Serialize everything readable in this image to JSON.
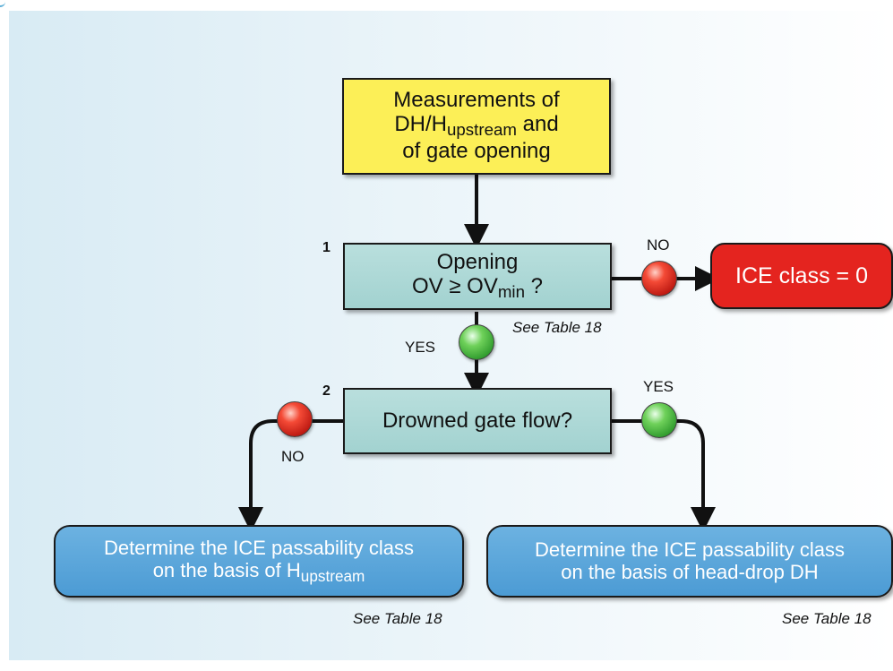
{
  "nodes": {
    "measurements": {
      "line1": "Measurements of",
      "line2_a": "DH/H",
      "line2_sub": "upstream",
      "line2_b": " and",
      "line3": "of gate opening"
    },
    "step1": {
      "number": "1",
      "line1": "Opening",
      "line2_a": "OV ≥ OV",
      "line2_sub": "min",
      "line2_b": " ?"
    },
    "ice_zero": {
      "text": "ICE class = 0"
    },
    "step2": {
      "number": "2",
      "text": "Drowned gate flow?"
    },
    "left_result": {
      "line1": "Determine the ICE passability class",
      "line2_a": "on the basis of H",
      "line2_sub": "upstream"
    },
    "right_result": {
      "line1": "Determine the ICE passability class",
      "line2": "on the basis of head-drop DH"
    }
  },
  "labels": {
    "no_1": "NO",
    "yes_1": "YES",
    "no_2": "NO",
    "yes_2": "YES"
  },
  "references": {
    "step1_ref": "See Table 18",
    "left_ref": "See Table 18",
    "right_ref": "See Table 18"
  },
  "colors": {
    "measurement_box": "#fcef57",
    "question_box": "#a8d6d4",
    "ice_zero_box": "#e4241f",
    "result_box": "#5aa6da",
    "no_light": "#e8251c",
    "yes_light": "#3fb83a"
  },
  "icons": {
    "no_light": "red-light-icon",
    "yes_light": "green-light-icon"
  }
}
